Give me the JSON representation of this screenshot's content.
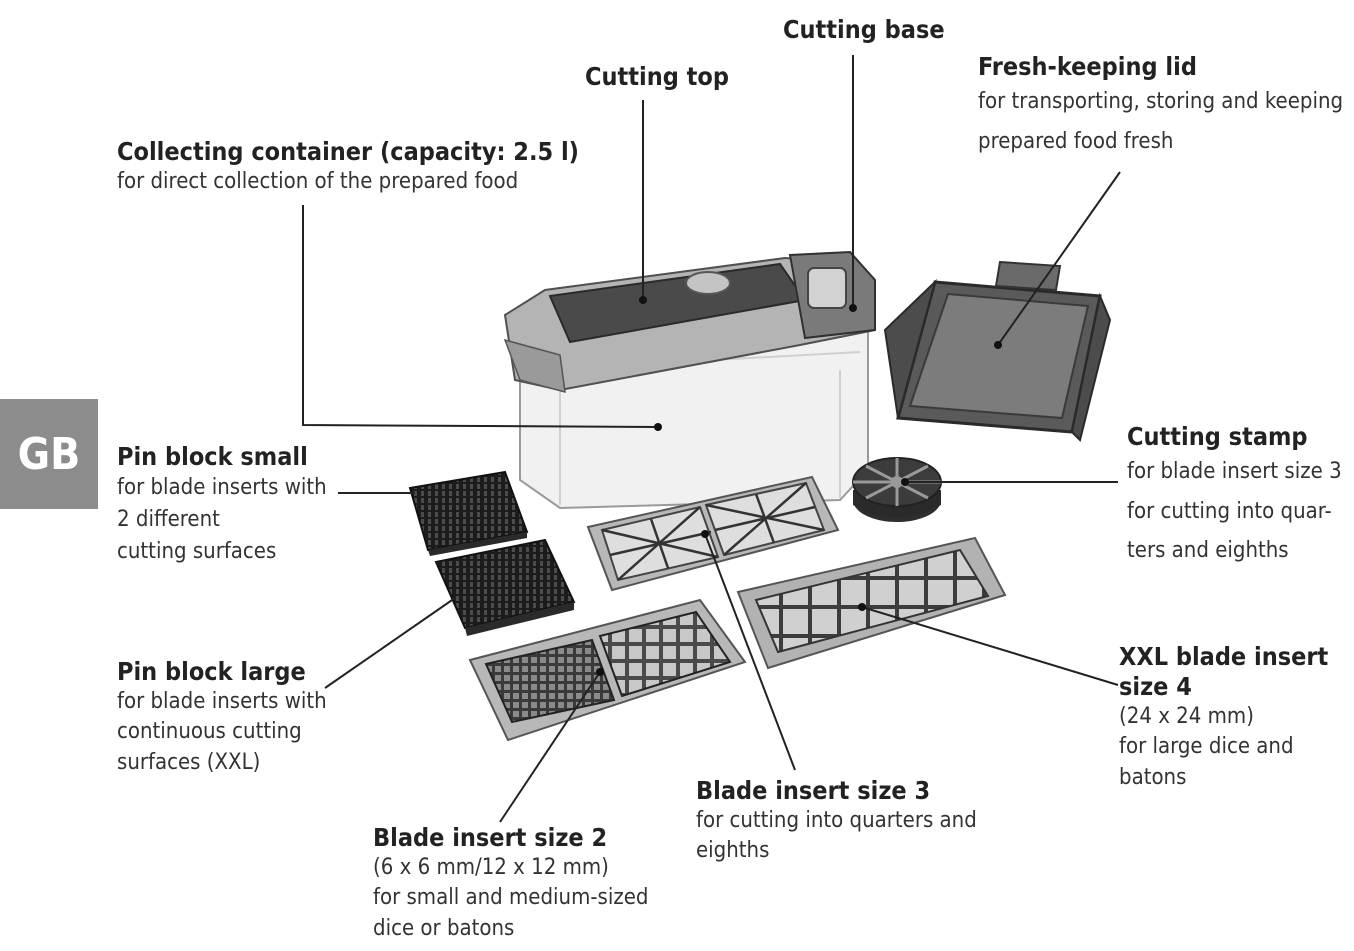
{
  "tab": "GB",
  "labels": {
    "cutting_base": {
      "title": "Cutting base"
    },
    "cutting_top": {
      "title": "Cutting top"
    },
    "fresh_keeping_lid": {
      "title": "Fresh-keeping lid",
      "desc": "for transporting, storing and keeping\nprepared food fresh"
    },
    "collecting_container": {
      "title": "Collecting container (capacity: 2.5 l)",
      "desc": "for direct collection of the prepared food"
    },
    "pin_block_small": {
      "title": "Pin block small",
      "desc": "for blade inserts with\n2 different\ncutting surfaces"
    },
    "cutting_stamp": {
      "title": "Cutting stamp",
      "desc": "for blade insert size 3\nfor cutting into quar-\nters and eighths"
    },
    "xxl_blade_insert": {
      "title": "XXL blade insert\nsize 4",
      "desc": "(24 x 24 mm)\nfor large dice and\nbatons"
    },
    "pin_block_large": {
      "title": "Pin block large",
      "desc": "for blade inserts with\ncontinuous cutting\nsurfaces (XXL)"
    },
    "blade_insert_3": {
      "title": "Blade insert size 3",
      "desc": "for cutting into quarters and\neighths"
    },
    "blade_insert_2": {
      "title": "Blade insert size 2",
      "desc": "(6 x 6 mm/12 x 12 mm)\nfor small and medium-sized\ndice or batons"
    }
  }
}
